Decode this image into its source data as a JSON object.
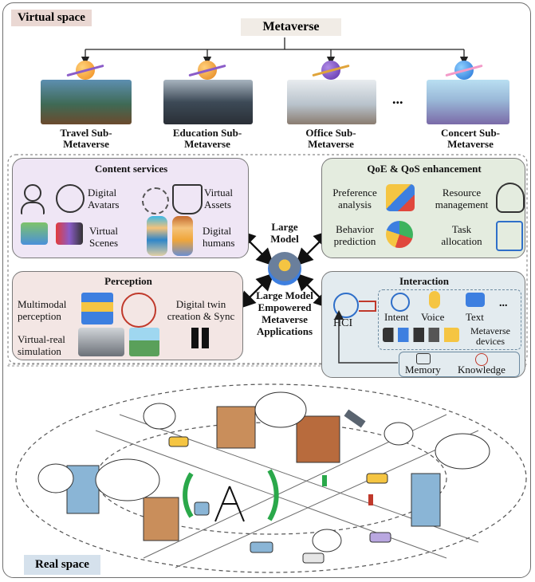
{
  "virtual_space_label": "Virtual space",
  "real_space_label": "Real space",
  "metaverse_label": "Metaverse",
  "ellipsis": "...",
  "sub_metaverses": [
    {
      "line1": "Travel Sub-",
      "line2": "Metaverse"
    },
    {
      "line1": "Education Sub-",
      "line2": "Metaverse"
    },
    {
      "line1": "Office Sub-",
      "line2": "Metaverse"
    },
    {
      "line1": "Concert Sub-",
      "line2": "Metaverse"
    }
  ],
  "content_services": {
    "title": "Content services",
    "digital_avatars": [
      "Digital",
      "Avatars"
    ],
    "virtual_assets": [
      "Virtual",
      "Assets"
    ],
    "virtual_scenes": [
      "Virtual",
      "Scenes"
    ],
    "digital_humans": [
      "Digital",
      "humans"
    ]
  },
  "qoe": {
    "title": "QoE & QoS enhancement",
    "preference": [
      "Preference",
      "analysis"
    ],
    "resource": [
      "Resource",
      "management"
    ],
    "behavior": [
      "Behavior",
      "prediction"
    ],
    "task": [
      "Task",
      "allocation"
    ]
  },
  "center": {
    "large_model": [
      "Large",
      "Model"
    ],
    "empowered": [
      "Large Model",
      "Empowered",
      "Metaverse",
      "Applications"
    ]
  },
  "perception": {
    "title": "Perception",
    "multimodal": [
      "Multimodal",
      "perception"
    ],
    "twin": [
      "Digital twin",
      "creation & Sync"
    ],
    "virtual_real": [
      "Virtual-real",
      "simulation"
    ]
  },
  "interaction": {
    "title": "Interaction",
    "hci": "HCI",
    "intent": "Intent",
    "voice": "Voice",
    "text": "Text",
    "more": "...",
    "devices": [
      "Metaverse",
      "devices"
    ],
    "memory": "Memory",
    "knowledge": "Knowledge"
  },
  "colors": {
    "content_bg": "#efe6f5",
    "qoe_bg": "#e4ecdf",
    "perception_bg": "#f3e6e4",
    "interaction_bg": "#e3ebef",
    "virtual_tag_bg": "#ead8d3",
    "real_tag_bg": "#d5e1ec",
    "metaverse_bg": "#f1ece6"
  }
}
